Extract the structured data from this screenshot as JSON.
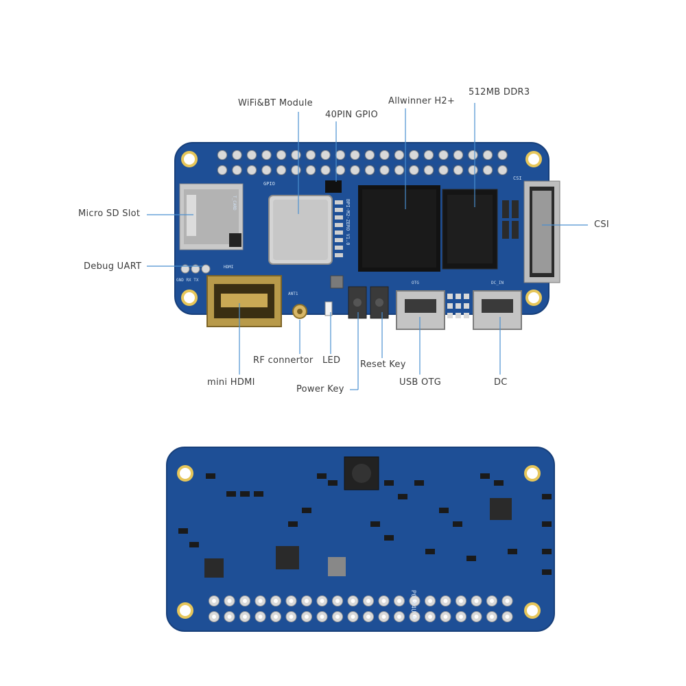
{
  "labels": {
    "wifi_bt_module": "WiFi&BT Module",
    "gpio_40pin": "40PIN GPIO",
    "allwinner": "Allwinner H2+",
    "ddr3": "512MB DDR3",
    "micro_sd": "Micro SD Slot",
    "csi": "CSI",
    "debug_uart": "Debug UART",
    "rf_connector": "RF connertor",
    "led": "LED",
    "reset_key": "Reset Key",
    "mini_hdmi": "mini HDMI",
    "usb_otg": "USB OTG",
    "dc": "DC",
    "power_key": "Power Key"
  },
  "silkscreen": {
    "gpio": "GPIO",
    "tcard": "T_CARD",
    "hdmi": "HDMI",
    "uart_pins": "GND  RX  TX",
    "csi": "CSI",
    "otg": "OTG",
    "dc_in": "DC_IN",
    "ant": "ANT1",
    "board_name": "BPI-M2-ZERO V1.0",
    "back_code": "P0194U-0"
  },
  "colors": {
    "pcb": "#1e4f96",
    "pcb_dark": "#143a72",
    "pad": "#d9d9d9",
    "chip": "#111111",
    "leader": "#4a8fd0"
  }
}
